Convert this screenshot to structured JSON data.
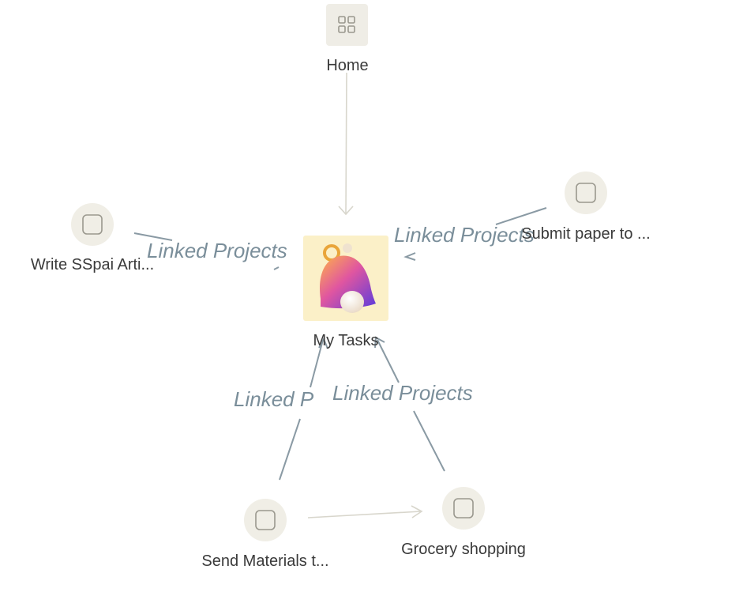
{
  "nodes": {
    "home": {
      "label": "Home",
      "icon": "grid-icon"
    },
    "my_tasks": {
      "label": "My Tasks",
      "icon": "bell-icon"
    },
    "write_sspai": {
      "label": "Write SSpai Arti...",
      "icon": "square-icon"
    },
    "submit_paper": {
      "label": "Submit paper to ...",
      "icon": "square-icon"
    },
    "send_materials": {
      "label": "Send Materials t...",
      "icon": "square-icon"
    },
    "grocery": {
      "label": "Grocery shopping",
      "icon": "square-icon"
    }
  },
  "edges": {
    "write_to_tasks": "Linked Projects",
    "submit_to_tasks": "Linked Projects",
    "send_to_tasks": "Linked P",
    "grocery_to_tasks": "Linked Projects"
  },
  "colors": {
    "node_fill": "#f0eee6",
    "plain_edge": "#d8d6cc",
    "linked_edge": "#8a9aa4",
    "edge_label": "#7a8e9a",
    "bell_tile": "#fbf0c8"
  }
}
